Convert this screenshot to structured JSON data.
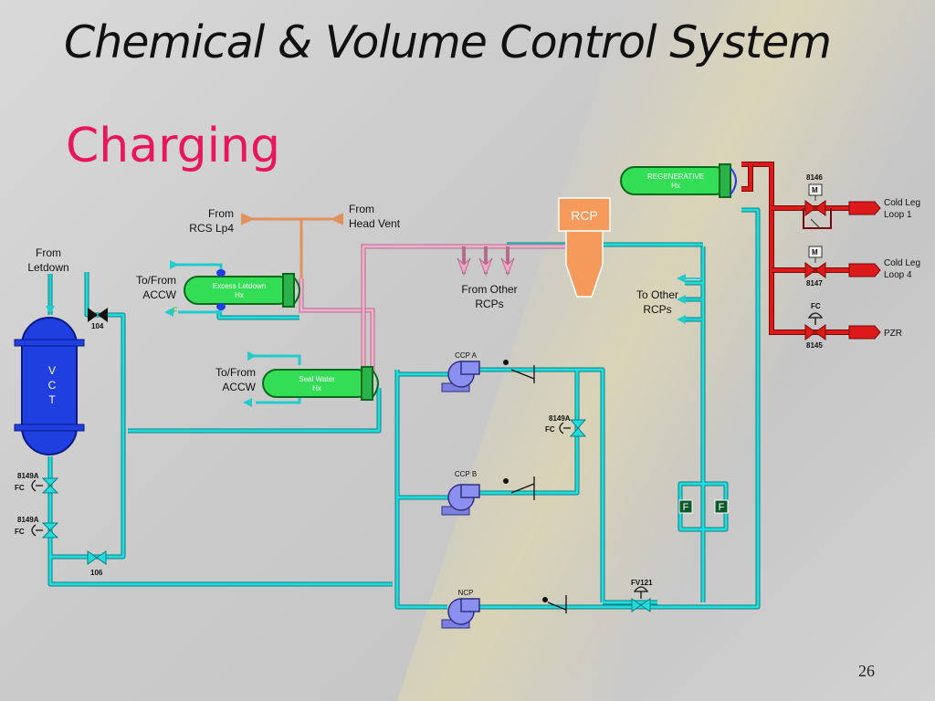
{
  "slide": {
    "title": "Chemical & Volume Control System",
    "subtitle": "Charging",
    "page_number": "26"
  },
  "labels": {
    "from_letdown_1": "From",
    "from_letdown_2": "Letdown",
    "from_rcs_1": "From",
    "from_rcs_2": "RCS Lp4",
    "from_head_1": "From",
    "from_head_2": "Head Vent",
    "to_from_accw_a_1": "To/From",
    "to_from_accw_a_2": "ACCW",
    "to_from_accw_b_1": "To/From",
    "to_from_accw_b_2": "ACCW",
    "from_other_rcps_1": "From Other",
    "from_other_rcps_2": "RCPs",
    "to_other_rcps_1": "To Other",
    "to_other_rcps_2": "RCPs",
    "cold_leg_1_a": "Cold Leg",
    "cold_leg_1_b": "Loop 1",
    "cold_leg_4_a": "Cold Leg",
    "cold_leg_4_b": "Loop 4",
    "pzr": "PZR"
  },
  "equipment": {
    "vct_v": "V",
    "vct_c": "C",
    "vct_t": "T",
    "excess_letdown_1": "Excess Letdown",
    "excess_letdown_2": "Hx",
    "seal_water_1": "Seal Water",
    "seal_water_2": "Hx",
    "regen_1": "REGENERATIVE",
    "regen_2": "Hx",
    "rcp": "RCP",
    "ccp_a": "CCP A",
    "ccp_b": "CCP B",
    "ncp": "NCP",
    "filter_1": "F",
    "filter_2": "F",
    "excess_f": "F"
  },
  "valves": {
    "v104": "104",
    "v106": "106",
    "v8149a_1": "8149A",
    "v8149a_1_fc": "FC",
    "v8149a_2": "8149A",
    "v8149a_2_fc": "FC",
    "v8149a_3": "8149A",
    "v8149a_3_fc": "FC",
    "fv121": "FV121",
    "v8146": "8146",
    "v8146_m": "M",
    "v8147": "8147",
    "v8147_m": "M",
    "v8145": "8145",
    "v8145_fc": "FC"
  },
  "colors": {
    "pipe": "#22cccc",
    "pipe_edge": "#0a7f86",
    "hot_pipe": "#cc1111",
    "letdown_pipe": "#e8a0c0",
    "vent_pipe": "#e0925a",
    "hx_green": "#33dd55",
    "vct_blue": "#1f3fe0",
    "pump_blue": "#8a8ff0",
    "rcp_orange": "#f59a5a",
    "title_pink": "#e8175d"
  }
}
